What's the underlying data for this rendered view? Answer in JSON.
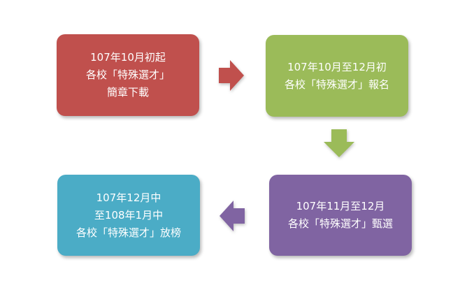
{
  "steps": [
    {
      "lines": [
        "107年10月初起",
        "各校「特殊選才」",
        "簡章下載"
      ],
      "color": "#c0504d"
    },
    {
      "lines": [
        "107年10月至12月初",
        "各校「特殊選才」報名"
      ],
      "color": "#9bbb59"
    },
    {
      "lines": [
        "107年11月至12月",
        "各校「特殊選才」甄選"
      ],
      "color": "#8064a2"
    },
    {
      "lines": [
        "107年12月中",
        "至108年1月中",
        "各校「特殊選才」放榜"
      ],
      "color": "#4bacc6"
    }
  ]
}
